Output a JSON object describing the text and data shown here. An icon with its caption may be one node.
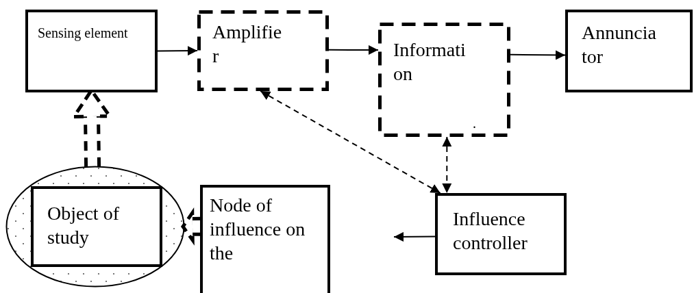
{
  "diagram": {
    "nodes": [
      {
        "text": [
          "Sensing element"
        ]
      },
      {
        "text": [
          "Amplifie r"
        ]
      },
      {
        "text": [
          "Informati on"
        ]
      },
      {
        "text": [
          "Annuncia tor"
        ]
      },
      {
        "text": [],
        "shape": "ellipse"
      },
      {
        "text": [
          "Object of study"
        ],
        "in": 4
      },
      {
        "text": [
          "Node of influence on the"
        ]
      },
      {
        "text": [
          "Influence controller"
        ]
      }
    ],
    "edges": [
      {
        "from": 0,
        "to": 1,
        "arrow": "to"
      },
      {
        "from": 1,
        "to": 2,
        "arrow": "to"
      },
      {
        "from": 2,
        "to": 3,
        "arrow": "to"
      },
      {
        "from": 1,
        "to": 7,
        "arrow": "both",
        "style": "dashed"
      },
      {
        "from": 2,
        "to": 7,
        "arrow": "both",
        "style": "dashed"
      },
      {
        "from": 4,
        "to": 0,
        "arrow": "to",
        "style": "dashed"
      },
      {
        "from": 6,
        "to": 4,
        "arrow": "to",
        "style": "dashed"
      },
      {
        "from": 7,
        "to": null,
        "arrow": "to"
      }
    ],
    "labels": [
      "."
    ]
  }
}
